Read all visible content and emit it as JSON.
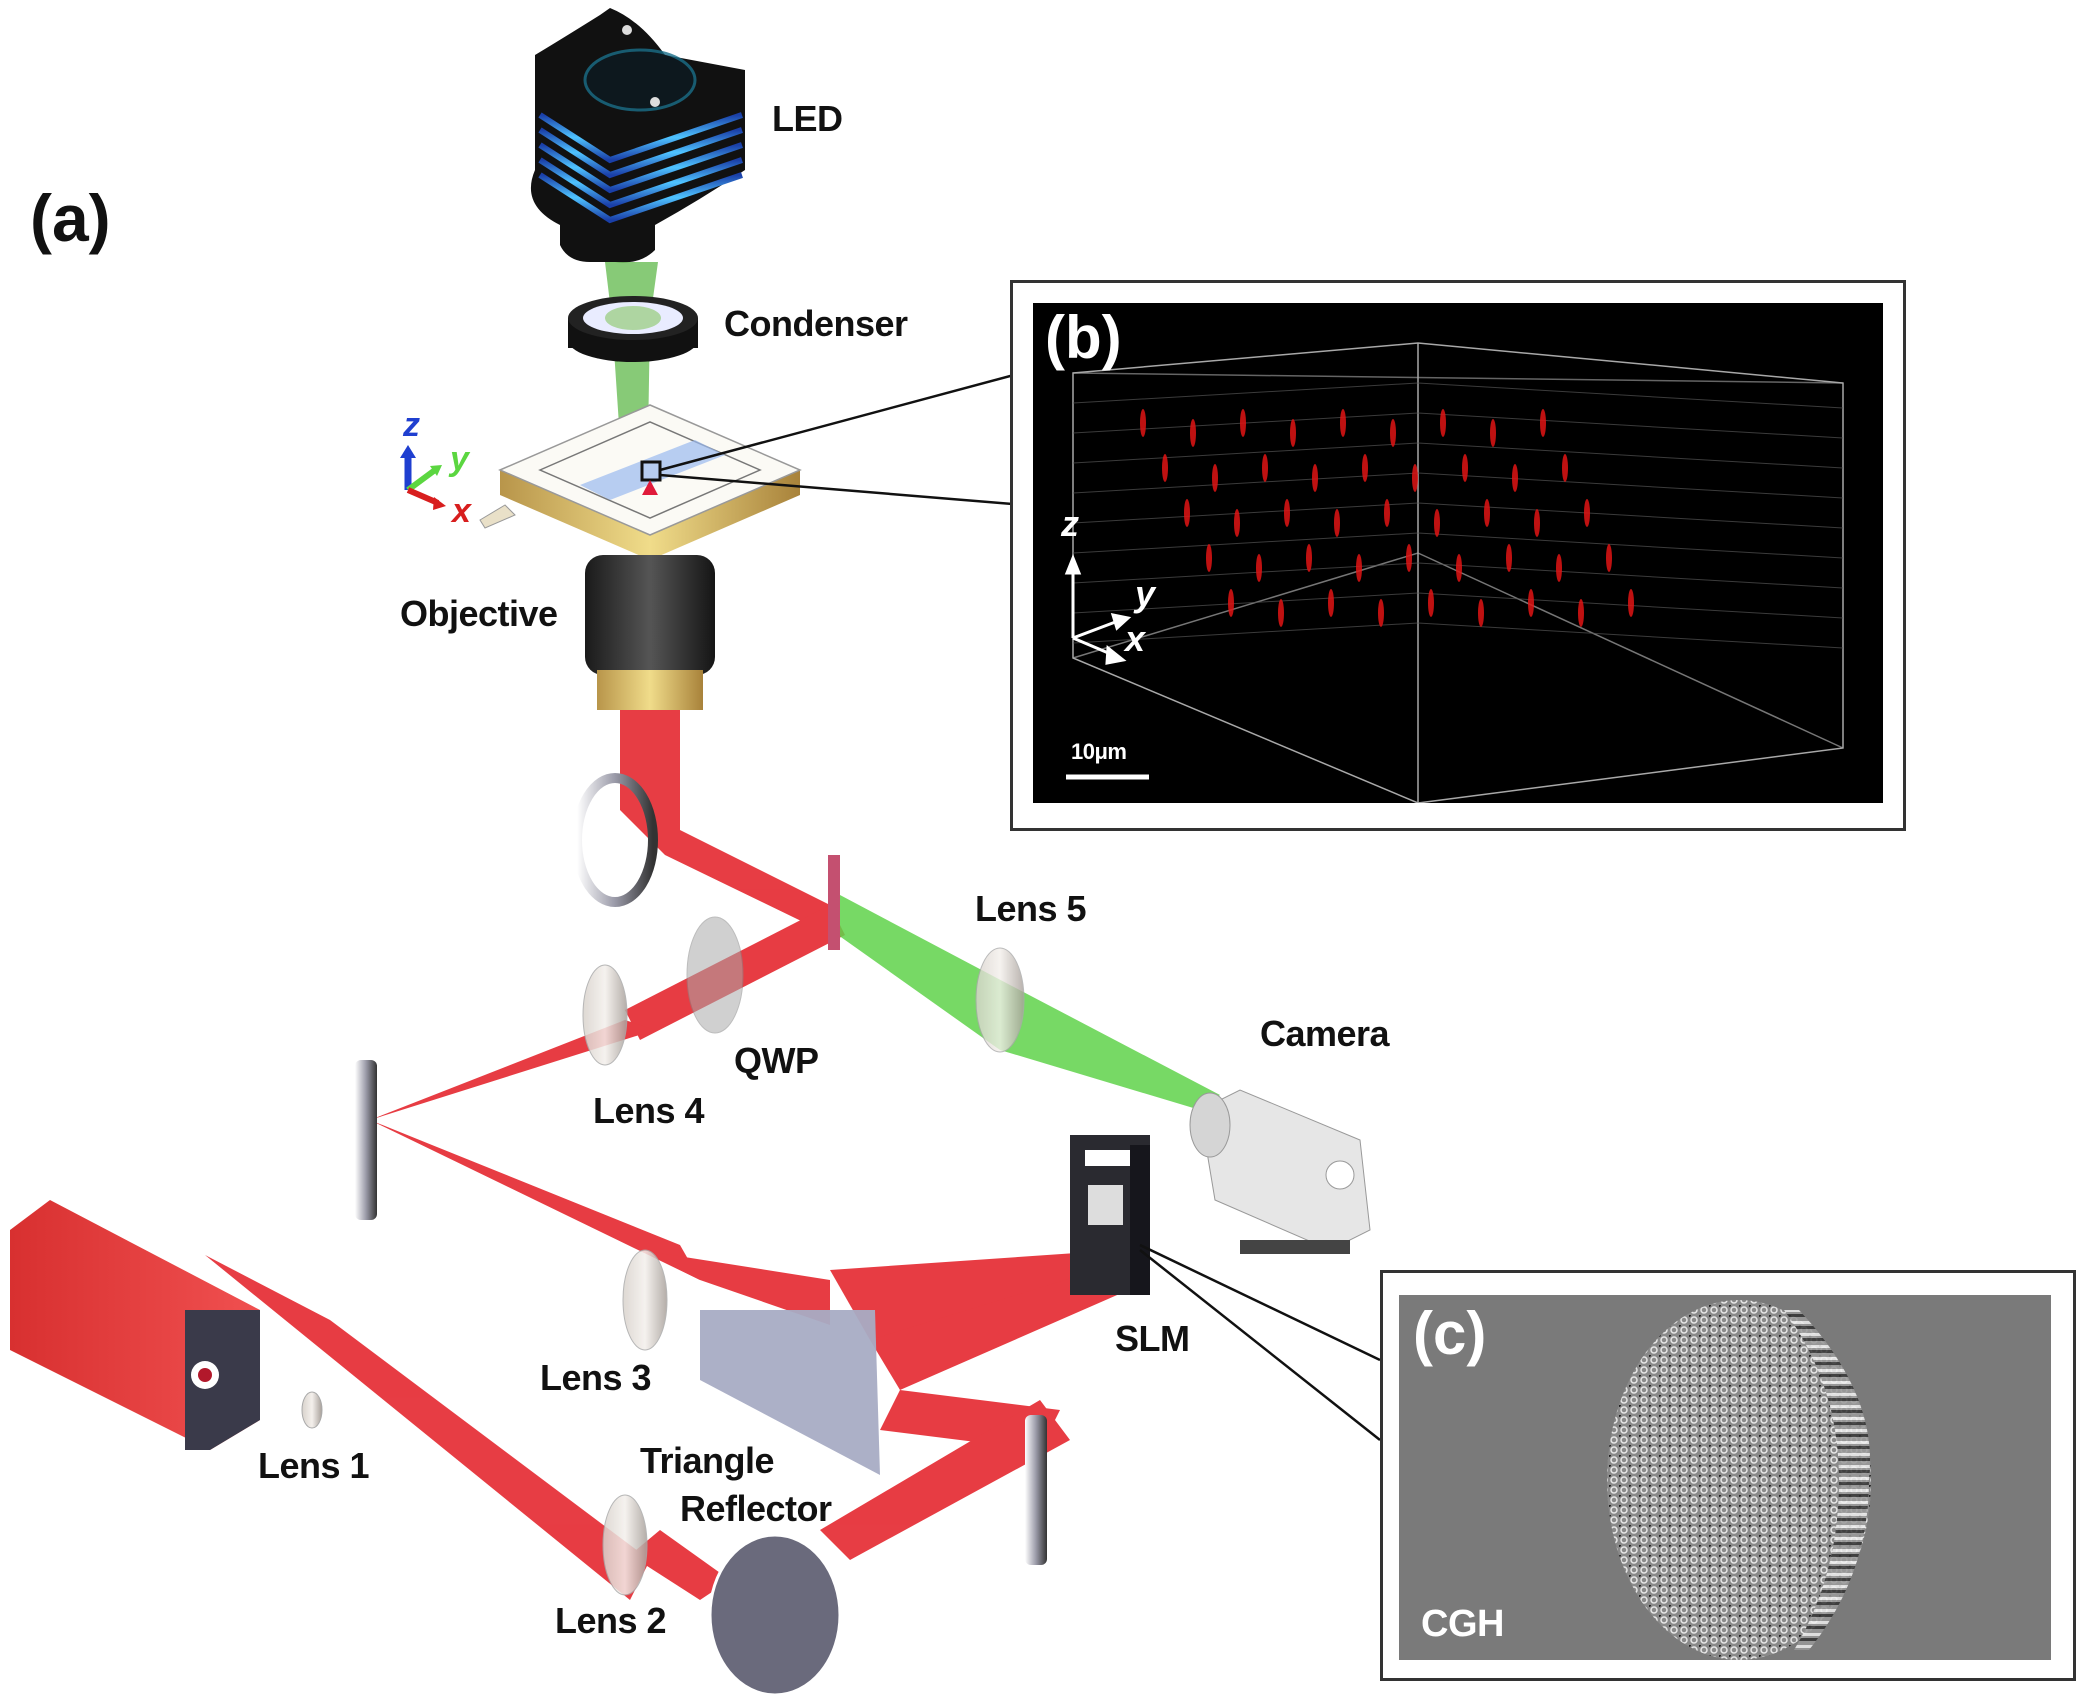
{
  "figure": {
    "panels": {
      "a": {
        "label": "(a)"
      },
      "b": {
        "label": "(b)",
        "scale_bar": "10μm",
        "axes": {
          "z": "z",
          "y": "y",
          "x": "x"
        }
      },
      "c": {
        "label": "(c)",
        "caption": "CGH"
      }
    },
    "components": {
      "led": "LED",
      "condenser": "Condenser",
      "objective": "Objective",
      "lens5": "Lens 5",
      "qwp": "QWP",
      "lens4": "Lens 4",
      "camera": "Camera",
      "slm": "SLM",
      "lens3": "Lens 3",
      "lens1": "Lens 1",
      "triangle_reflector_line1": "Triangle",
      "triangle_reflector_line2": "Reflector",
      "lens2": "Lens 2"
    },
    "stage_axes": {
      "z": "z",
      "y": "y",
      "x": "x"
    },
    "colors": {
      "laser_beam": "#e8121c",
      "imaging_beam": "#5fd24a",
      "led_blue": "#2f6fe0",
      "stage_gold": "#c9a85a",
      "axis_z": "#1f3fd0",
      "axis_y": "#5bd640",
      "axis_x": "#d81e1e",
      "inset_bg_b": "#000000",
      "inset_bg_c": "#7a7a7a"
    }
  }
}
